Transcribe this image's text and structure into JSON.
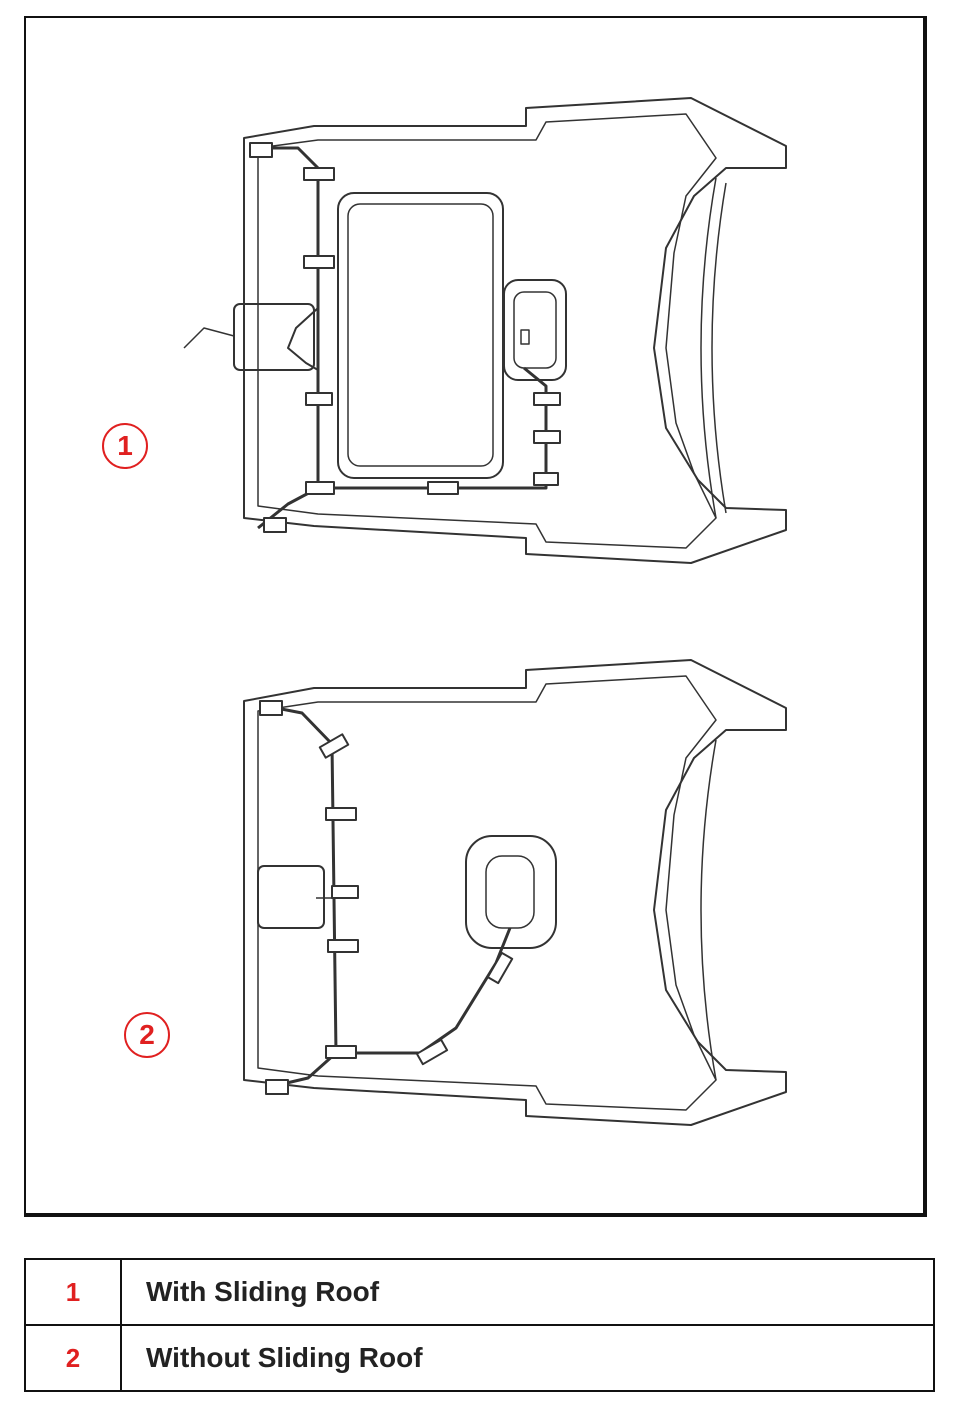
{
  "callouts": [
    {
      "id": "1"
    },
    {
      "id": "2"
    }
  ],
  "legend": [
    {
      "key": "1",
      "text": "With Sliding Roof"
    },
    {
      "key": "2",
      "text": "Without Sliding Roof"
    }
  ],
  "colors": {
    "callout": "#e02020",
    "line": "#333333",
    "border": "#111111"
  }
}
